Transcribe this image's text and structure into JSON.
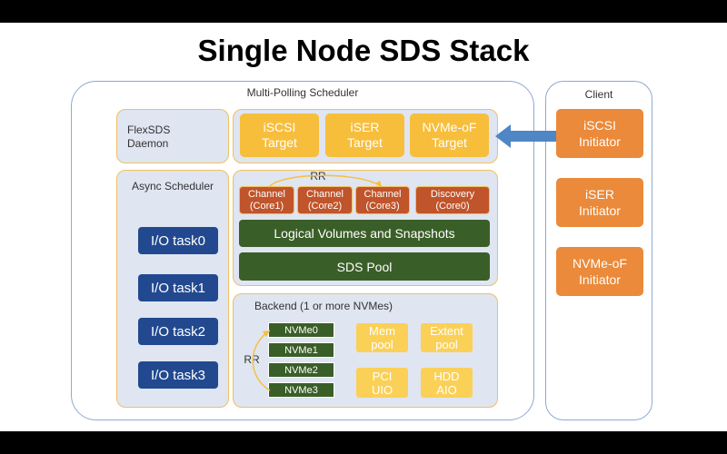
{
  "title": "Single Node SDS Stack",
  "scheduler": {
    "label": "Multi-Polling Scheduler"
  },
  "daemon": {
    "label": "FlexSDS\nDaemon"
  },
  "targets": [
    "iSCSI\nTarget",
    "iSER\nTarget",
    "NVMe-oF\nTarget"
  ],
  "async": {
    "label": "Async Scheduler",
    "tasks": [
      "I/O task0",
      "I/O task1",
      "I/O task2",
      "I/O task3"
    ]
  },
  "core": {
    "rr": "RR",
    "channels": [
      "Channel\n(Core1)",
      "Channel\n(Core2)",
      "Channel\n(Core3)"
    ],
    "discovery": "Discovery\n(Core0)",
    "logical": "Logical Volumes and Snapshots",
    "pool": "SDS Pool"
  },
  "backend": {
    "label": "Backend (1 or more NVMes)",
    "rr": "RR",
    "nvmes": [
      "NVMe0",
      "NVMe1",
      "NVMe2",
      "NVMe3"
    ],
    "items": [
      "Mem\npool",
      "Extent\npool",
      "PCI\nUIO",
      "HDD\nAIO"
    ]
  },
  "client": {
    "label": "Client",
    "initiators": [
      "iSCSI\nInitiator",
      "iSER\nInitiator",
      "NVMe-oF\nInitiator"
    ]
  },
  "colors": {
    "gold": "#f7be3c",
    "orange": "#ea8a3a",
    "rust": "#c0542a",
    "green": "#3a5e28",
    "navy": "#22498f",
    "arrow": "#4f86c6"
  }
}
